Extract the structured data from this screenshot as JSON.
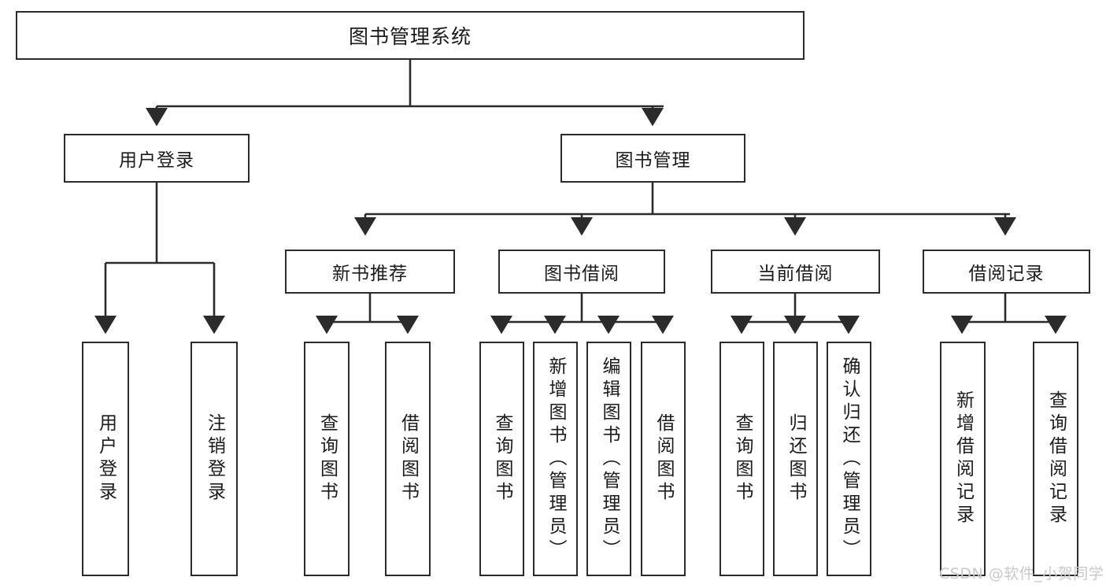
{
  "diagram": {
    "title": "图书管理系统",
    "type": "tree-hierarchy",
    "root": {
      "label": "图书管理系统"
    },
    "level2": [
      {
        "label": "用户登录"
      },
      {
        "label": "图书管理"
      }
    ],
    "level3": [
      {
        "label": "新书推荐"
      },
      {
        "label": "图书借阅"
      },
      {
        "label": "当前借阅"
      },
      {
        "label": "借阅记录"
      }
    ],
    "leaves": {
      "user_login": [
        {
          "label": "用户登录"
        },
        {
          "label": "注销登录"
        }
      ],
      "new_book_recommend": [
        {
          "label": "查询图书"
        },
        {
          "label": "借阅图书"
        }
      ],
      "book_borrow": [
        {
          "label": "查询图书"
        },
        {
          "label": "新增图书（管理员）"
        },
        {
          "label": "编辑图书（管理员）"
        },
        {
          "label": "借阅图书"
        }
      ],
      "current_borrow": [
        {
          "label": "查询图书"
        },
        {
          "label": "归还图书"
        },
        {
          "label": "确认归还（管理员）"
        }
      ],
      "borrow_record": [
        {
          "label": "新增借阅记录"
        },
        {
          "label": "查询借阅记录"
        }
      ]
    }
  },
  "watermark": {
    "text": "CSDN @软件_小贺同学"
  },
  "colors": {
    "stroke": "#2b2b2b",
    "background": "#ffffff",
    "text": "#1b1b1b",
    "watermark": "#c9c9c9"
  }
}
